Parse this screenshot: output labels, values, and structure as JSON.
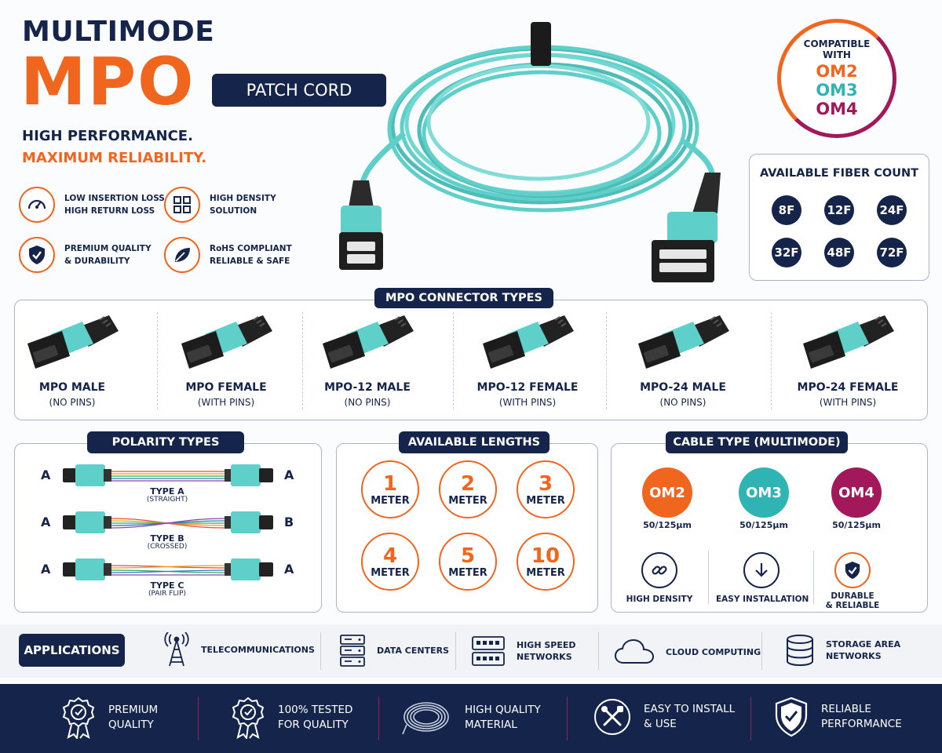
{
  "header": {
    "line1": "MULTIMODE",
    "line2": "MPO",
    "badge": "PATCH CORD",
    "tag1": "HIGH PERFORMANCE.",
    "tag2": "MAXIMUM RELIABILITY."
  },
  "features": [
    {
      "icon": "speedometer-icon",
      "l1": "LOW INSERTION LOSS",
      "l2": "HIGH RETURN LOSS"
    },
    {
      "icon": "grid-icon",
      "l1": "HIGH DENSITY",
      "l2": "SOLUTION"
    },
    {
      "icon": "shield-check-icon",
      "l1": "PREMIUM QUALITY",
      "l2": "& DURABILITY"
    },
    {
      "icon": "leaf-icon",
      "l1": "RoHS COMPLIANT",
      "l2": "RELIABLE & SAFE"
    }
  ],
  "compat": {
    "l1": "COMPATIBLE",
    "l2": "WITH",
    "om2": "OM2",
    "om3": "OM3",
    "om4": "OM4"
  },
  "fiber": {
    "title": "AVAILABLE FIBER COUNT",
    "counts": [
      "8F",
      "12F",
      "24F",
      "32F",
      "48F",
      "72F"
    ]
  },
  "connectors": {
    "title": "MPO CONNECTOR TYPES",
    "items": [
      {
        "name": "MPO MALE",
        "sub": "(NO PINS)"
      },
      {
        "name": "MPO FEMALE",
        "sub": "(WITH PINS)"
      },
      {
        "name": "MPO-12 MALE",
        "sub": "(NO PINS)"
      },
      {
        "name": "MPO-12 FEMALE",
        "sub": "(WITH PINS)"
      },
      {
        "name": "MPO-24 MALE",
        "sub": "(NO PINS)"
      },
      {
        "name": "MPO-24 FEMALE",
        "sub": "(WITH PINS)"
      }
    ]
  },
  "polarity": {
    "title": "POLARITY TYPES",
    "types": [
      {
        "left": "A",
        "right": "A",
        "name": "TYPE A",
        "sub": "(STRAIGHT)"
      },
      {
        "left": "A",
        "right": "B",
        "name": "TYPE B",
        "sub": "(CROSSED)"
      },
      {
        "left": "A",
        "right": "A",
        "name": "TYPE C",
        "sub": "(PAIR FLIP)"
      }
    ]
  },
  "lengths": {
    "title": "AVAILABLE LENGTHS",
    "items": [
      {
        "n": "1",
        "u": "METER"
      },
      {
        "n": "2",
        "u": "METER"
      },
      {
        "n": "3",
        "u": "METER"
      },
      {
        "n": "4",
        "u": "METER"
      },
      {
        "n": "5",
        "u": "METER"
      },
      {
        "n": "10",
        "u": "METER"
      }
    ]
  },
  "cable": {
    "title": "CABLE TYPE (MULTIMODE)",
    "types": [
      {
        "name": "OM2",
        "spec": "50/125µm",
        "color": "#f0661e"
      },
      {
        "name": "OM3",
        "spec": "50/125µm",
        "color": "#2fb3b3"
      },
      {
        "name": "OM4",
        "spec": "50/125µm",
        "color": "#a3185a"
      }
    ],
    "features": [
      {
        "icon": "link-icon",
        "l1": "HIGH DENSITY",
        "l2": ""
      },
      {
        "icon": "download-icon",
        "l1": "EASY INSTALLATION",
        "l2": ""
      },
      {
        "icon": "shield-check-icon",
        "l1": "DURABLE",
        "l2": "& RELIABLE"
      }
    ]
  },
  "applications": {
    "label": "APPLICATIONS",
    "items": [
      {
        "icon": "antenna-tower-icon",
        "l1": "TELECOMMUNICATIONS",
        "l2": ""
      },
      {
        "icon": "server-icon",
        "l1": "DATA CENTERS",
        "l2": ""
      },
      {
        "icon": "network-switch-icon",
        "l1": "HIGH SPEED",
        "l2": "NETWORKS"
      },
      {
        "icon": "cloud-icon",
        "l1": "CLOUD COMPUTING",
        "l2": ""
      },
      {
        "icon": "database-icon",
        "l1": "STORAGE AREA",
        "l2": "NETWORKS"
      }
    ]
  },
  "footer": [
    {
      "icon": "award-badge-icon",
      "l1": "PREMIUM",
      "l2": "QUALITY"
    },
    {
      "icon": "tested-badge-icon",
      "l1": "100% TESTED",
      "l2": "FOR QUALITY"
    },
    {
      "icon": "cable-coil-icon",
      "l1": "HIGH QUALITY",
      "l2": "MATERIAL"
    },
    {
      "icon": "tools-icon",
      "l1": "EASY TO INSTALL",
      "l2": "& USE"
    },
    {
      "icon": "shield-check-icon",
      "l1": "RELIABLE",
      "l2": "PERFORMANCE"
    }
  ],
  "colors": {
    "navy": "#15244a",
    "orange": "#f0661e",
    "aqua": "#5fcfc9",
    "teal": "#2fb3b3",
    "magenta": "#a3185a"
  }
}
